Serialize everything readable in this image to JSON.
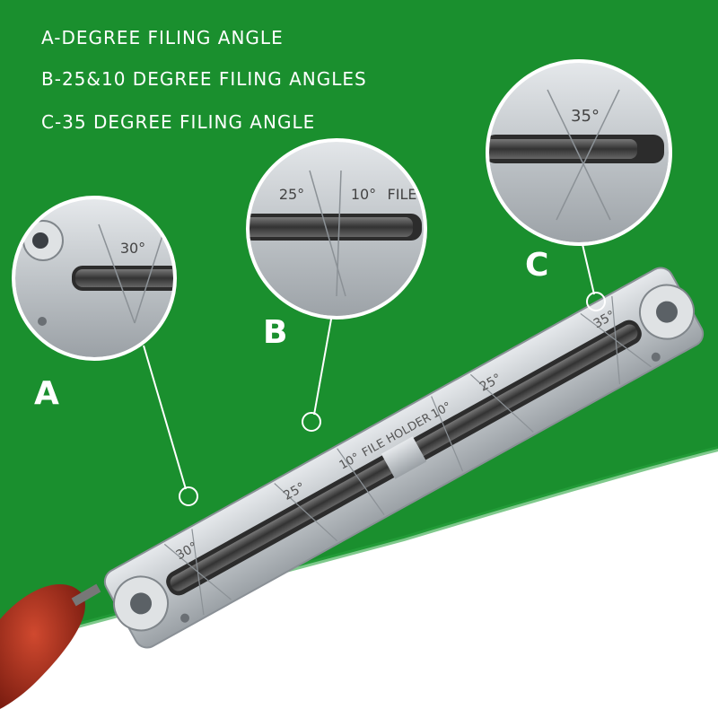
{
  "legend": {
    "line_a": "A-DEGREE FILING ANGLE",
    "line_b": "B-25&10 DEGREE FILING ANGLES",
    "line_c": "C-35 DEGREE FILING ANGLE"
  },
  "callouts": {
    "a": {
      "letter": "A",
      "angle_label": "30°"
    },
    "b": {
      "letter": "B",
      "angle_label_1": "25°",
      "angle_label_2": "10°",
      "partial_text": "FILE"
    },
    "c": {
      "letter": "C",
      "angle_label": "35°"
    }
  },
  "tool_markings": {
    "angle_30": "30°",
    "angle_25_left": "25°",
    "angle_10_left": "10°",
    "text_file_holder": "FILE HOLDER",
    "angle_10_right": "10°",
    "angle_25_right": "25°",
    "angle_35": "35°"
  },
  "colors": {
    "background_green": "#1a8f2e",
    "metal": "#c9cdd0",
    "file_dark": "#4a4a4a",
    "handle_red": "#a52a1a",
    "text_white": "#ffffff"
  }
}
